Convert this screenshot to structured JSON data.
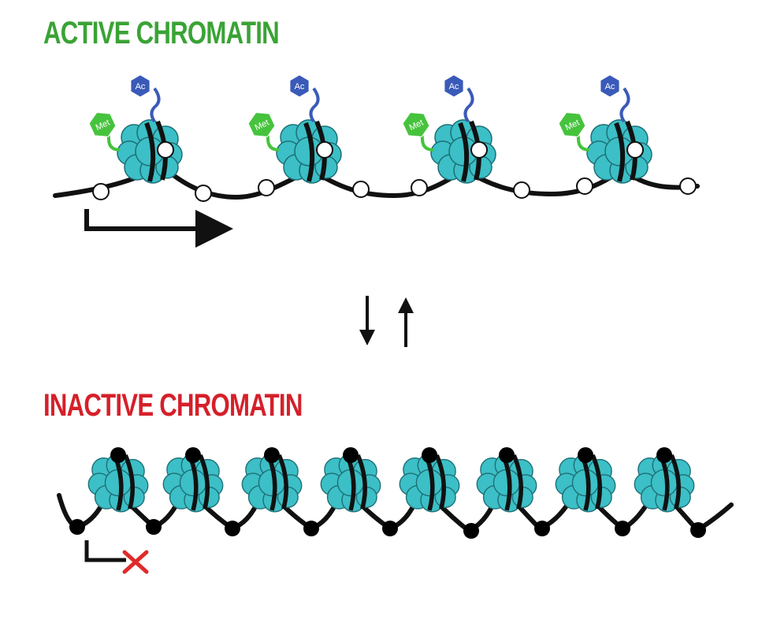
{
  "active": {
    "title": "ACTIVE CHROMATIN",
    "title_color": "#3aa335",
    "acetyl_label": "Ac",
    "methyl_label": "Met",
    "acetyl_color": "#3a5ab8",
    "methyl_color": "#46c33c",
    "nucleosome_count": 4,
    "transcription": "active"
  },
  "inactive": {
    "title": "INACTIVE CHROMATIN",
    "title_color": "#d5202a",
    "nucleosome_count": 8,
    "transcription": "blocked",
    "block_color": "#e02a2a"
  },
  "colors": {
    "histone": "#3cbfc6",
    "histone_outline": "#1e6f76",
    "dna": "#111111",
    "linker_site_active": "#ffffff",
    "linker_site_inactive": "#000000"
  }
}
